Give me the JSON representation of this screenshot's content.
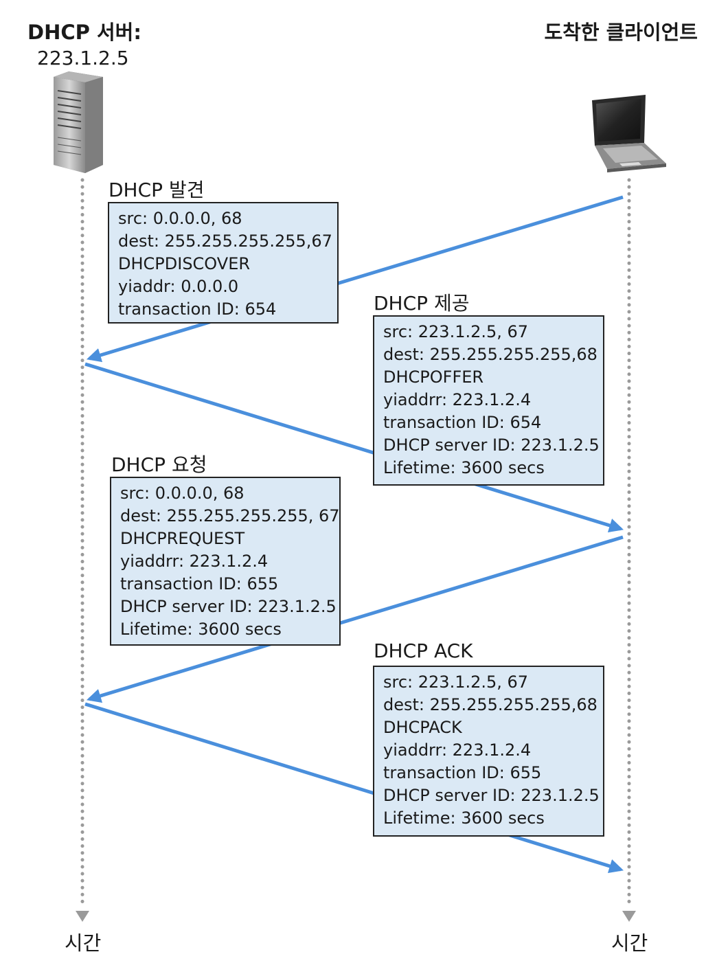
{
  "server": {
    "title": "DHCP 서버:",
    "ip": "223.1.2.5",
    "icon": "server-icon"
  },
  "client": {
    "title": "도착한 클라이언트",
    "icon": "laptop-icon"
  },
  "timeline": {
    "left_label": "시간",
    "right_label": "시간"
  },
  "colors": {
    "arrow": "#4a8fdc",
    "box_fill": "#dbe9f5",
    "box_border": "#222222",
    "timeline_dots": "#9a9a9a"
  },
  "messages": [
    {
      "title": "DHCP 발견",
      "lines": [
        "src: 0.0.0.0, 68",
        "dest: 255.255.255.255,67",
        "DHCPDISCOVER",
        "yiaddr: 0.0.0.0",
        "transaction ID: 654"
      ]
    },
    {
      "title": "DHCP 제공",
      "lines": [
        "src: 223.1.2.5, 67",
        "dest: 255.255.255.255,68",
        "DHCPOFFER",
        "yiaddrr: 223.1.2.4",
        "transaction ID: 654",
        "DHCP server ID: 223.1.2.5",
        "Lifetime: 3600 secs"
      ]
    },
    {
      "title": "DHCP 요청",
      "lines": [
        "src: 0.0.0.0, 68",
        "dest: 255.255.255.255, 67",
        "DHCPREQUEST",
        "yiaddrr: 223.1.2.4",
        "transaction ID: 655",
        "DHCP server ID: 223.1.2.5",
        "Lifetime: 3600 secs"
      ]
    },
    {
      "title": "DHCP ACK",
      "lines": [
        "src: 223.1.2.5, 67",
        "dest: 255.255.255.255,68",
        "DHCPACK",
        "yiaddrr: 223.1.2.4",
        "transaction ID: 655",
        "DHCP server ID: 223.1.2.5",
        "Lifetime: 3600 secs"
      ]
    }
  ]
}
